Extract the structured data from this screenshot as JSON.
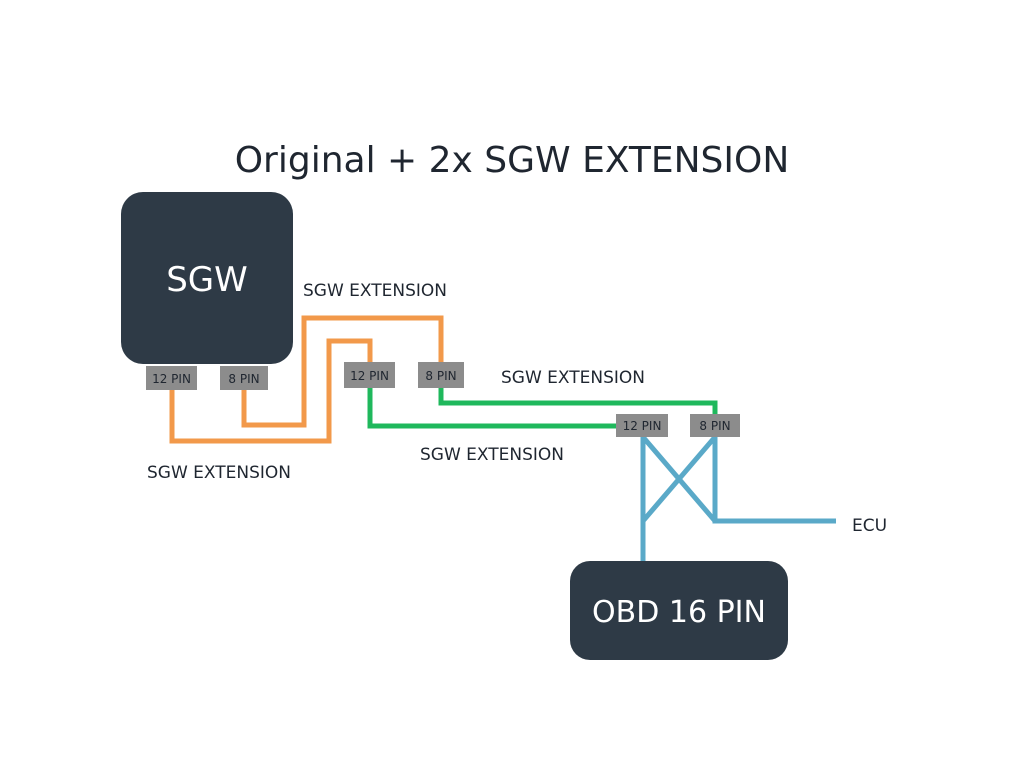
{
  "title": "Original + 2x SGW EXTENSION",
  "colors": {
    "box": "#2e3a46",
    "pin": "#8c8c8c",
    "orange_wire": "#f2994a",
    "green_wire": "#1fb85c",
    "blue_wire": "#5aa9c8",
    "text": "#1f2630"
  },
  "boxes": {
    "sgw": "SGW",
    "obd": "OBD 16 PIN"
  },
  "pins": {
    "sgw_12": "12 PIN",
    "sgw_8": "8 PIN",
    "ext1_12": "12 PIN",
    "ext1_8": "8 PIN",
    "ext2_12": "12 PIN",
    "ext2_8": "8 PIN"
  },
  "labels": {
    "ext_top": "SGW EXTENSION",
    "ext_right": "SGW EXTENSION",
    "ext_bottom_left": "SGW EXTENSION",
    "ext_middle": "SGW EXTENSION",
    "ecu": "ECU"
  }
}
